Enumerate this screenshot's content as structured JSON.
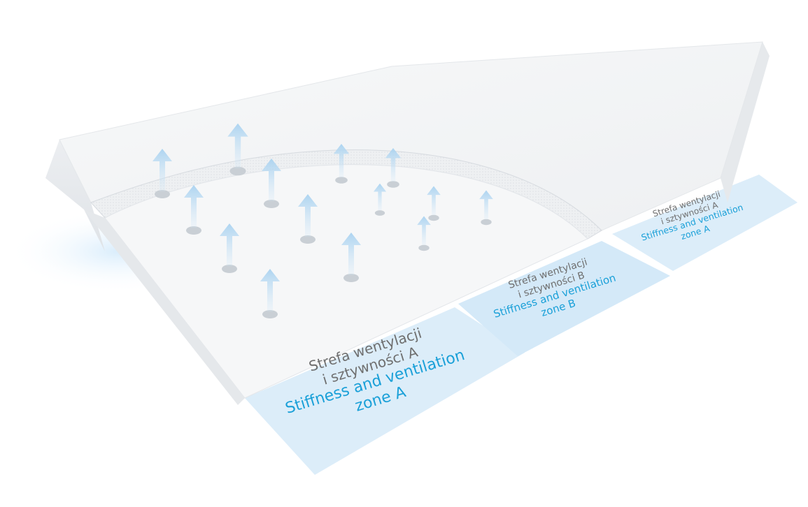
{
  "colors": {
    "fabric": "#f4f5f6",
    "fabric_edge": "#e7e9ec",
    "zone_band": "#dcedf9",
    "zone_band_edge": "#cbe2f3",
    "arrow": "#b9daf2",
    "hole": "#c9cfd5",
    "text_gray": "#6f6f6f",
    "text_blue": "#1aa0d8"
  },
  "zones": {
    "front": {
      "label_pl_line1": "Strefa wentylacji",
      "label_pl_line2": "i sztywności A",
      "label_en_line1": "Stiffness and ventilation",
      "label_en_line2": "zone A"
    },
    "middle": {
      "label_pl_line1": "Strefa wentylacji",
      "label_pl_line2": "i sztywności B",
      "label_en_line1": "Stiffness and ventilation",
      "label_en_line2": "zone B"
    },
    "back": {
      "label_pl_line1": "Strefa wentylacji",
      "label_pl_line2": "i sztywności A",
      "label_en_line1": "Stiffness and ventilation",
      "label_en_line2": "zone A"
    }
  },
  "icons": {
    "airflow": "up-arrow-icon",
    "vent": "ventilation-hole-icon"
  }
}
